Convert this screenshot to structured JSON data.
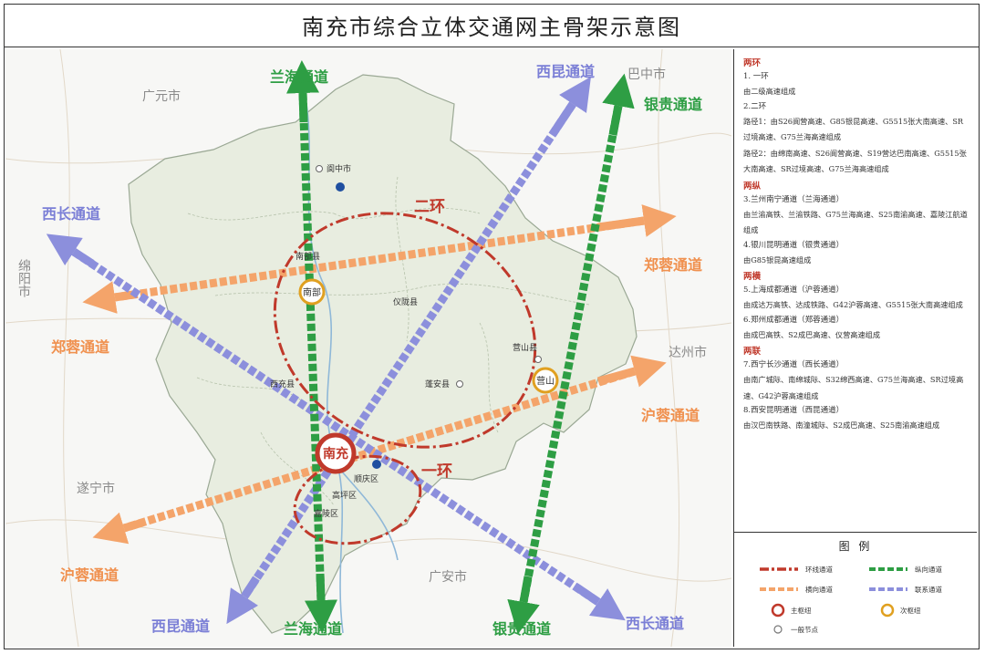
{
  "title": "南充市综合立体交通网主骨架示意图",
  "map": {
    "corridors": {
      "lanhai_north": "兰海通道",
      "lanhai_south": "兰海通道",
      "xikun_north": "西昆通道",
      "xikun_south": "西昆通道",
      "yingui_north": "银贵通道",
      "yingui_south": "银贵通道",
      "xichang_north": "西长通道",
      "xichang_south": "西长通道",
      "zhengrong_east": "郑蓉通道",
      "zhengrong_west": "郑蓉通道",
      "hurong_east": "沪蓉通道",
      "hurong_west": "沪蓉通道"
    },
    "neighbors": {
      "guangyuan": "广元市",
      "bazhong": "巴中市",
      "mianyang": "绵阳市",
      "dazhou": "达州市",
      "suining": "遂宁市",
      "guangan": "广安市"
    },
    "rings": {
      "inner": "一环",
      "outer": "二环"
    },
    "hubs": {
      "main": "南充",
      "nanbu": "南部",
      "yingshan": "营山"
    },
    "places": {
      "langzhong": "阆中市",
      "nanbu_county": "南部县",
      "yilong": "仪陇县",
      "yingshan_county": "营山县",
      "xichong": "西充县",
      "penan": "蓬安县",
      "shunqing": "顺庆区",
      "gaoping": "高坪区",
      "jialing": "嘉陵区"
    },
    "colors": {
      "ring": "#c0392b",
      "horizontal": "#f4a46a",
      "vertical": "#2e9e44",
      "diagonal": "#8c8fdc",
      "region": "#e8ede0",
      "neighbor_label": "#8a8a8a"
    }
  },
  "side_text": {
    "h1": "两环",
    "s1": "1. 一环",
    "p1": "由二级高速组成",
    "s2": "2.二环",
    "p2": "路径1：由S26阆营高速、G85银昆高速、G5515张大南高速、SR过境高速、G75兰海高速组成",
    "p3": "路径2：由绵南高速、S26阆营高速、S19营达巴南高速、G5515张大南高速、SR过境高速、G75兰海高速组成",
    "h2": "两纵",
    "s3": "3.兰州南宁通道（兰海通道）",
    "p4": "由兰渝高铁、兰渝铁路、G75兰海高速、S25南渝高速、嘉陵江航道组成",
    "s4": "4.银川昆明通道（银贵通道）",
    "p5": "由G85银昆高速组成",
    "h3": "两横",
    "s5": "5.上海成都通道（沪蓉通道）",
    "p6": "由成达万高铁、达成铁路、G42沪蓉高速、G5515张大南高速组成",
    "s6": "6.郑州成都通道（郑蓉通道）",
    "p7": "由成巴高铁、S2成巴高速、仪营高速组成",
    "h4": "两联",
    "s7": "7.西宁长沙通道（西长通道）",
    "p8": "由南广城际、南绵城际、S32绵西高速、G75兰海高速、SR过境高速、G42沪蓉高速组成",
    "s8": "8.西安昆明通道（西昆通道）",
    "p9": "由汉巴南铁路、南潼城际、S2成巴高速、S25南渝高速组成"
  },
  "legend": {
    "title": "图  例",
    "ring": "环线通道",
    "vertical": "纵向通道",
    "horizontal": "横向通道",
    "diagonal": "联系通道",
    "main_hub": "主枢纽",
    "sub_hub": "次枢纽",
    "node": "一般节点"
  }
}
